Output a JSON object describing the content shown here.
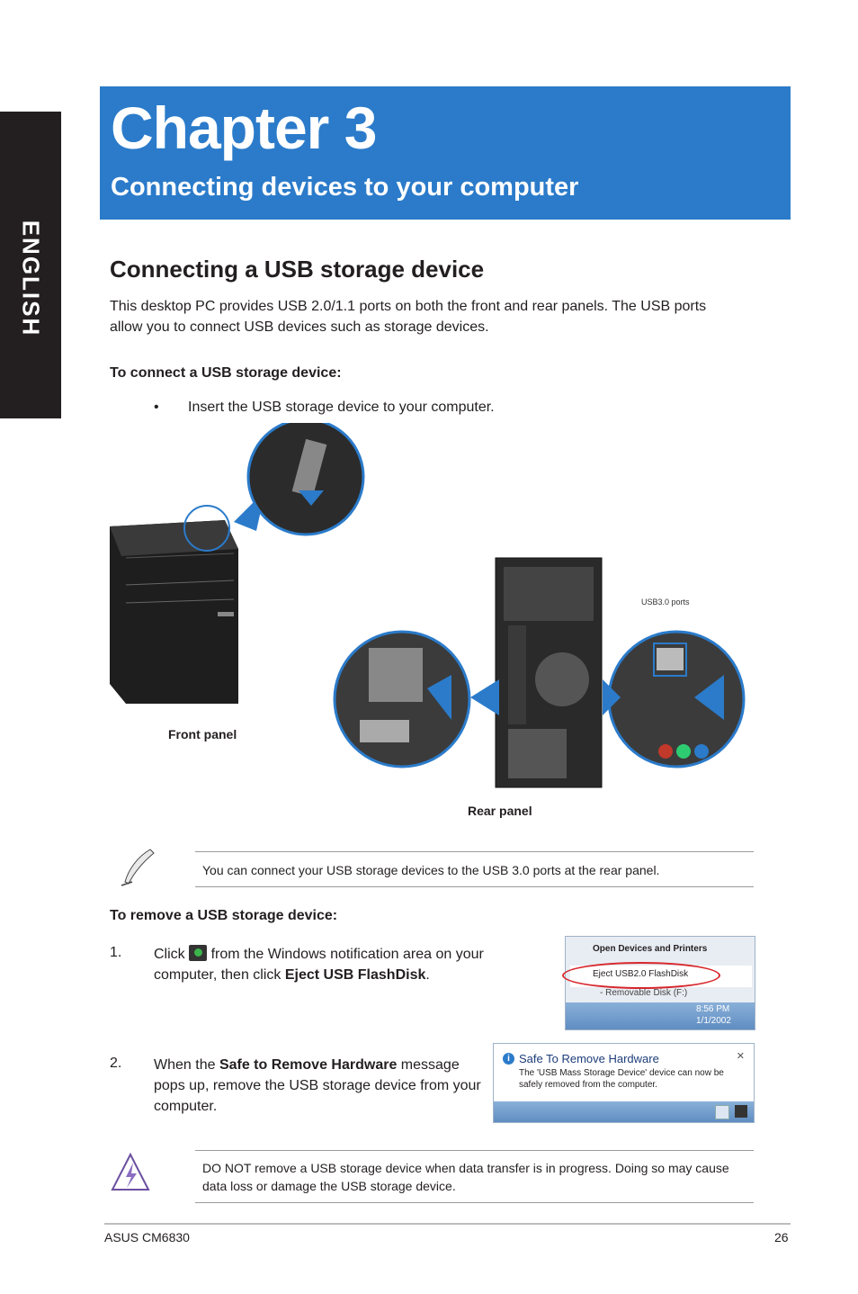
{
  "sidebar": {
    "language": "ENGLISH"
  },
  "header": {
    "chapter": "Chapter 3",
    "subtitle": "Connecting devices to your computer"
  },
  "section": {
    "title": "Connecting a USB storage device",
    "intro": "This desktop PC provides USB 2.0/1.1 ports on both the front and rear panels. The USB ports allow you to connect USB devices such as storage devices.",
    "connect_heading": "To connect a USB storage device:",
    "connect_bullet": "•",
    "connect_step": "Insert the USB storage device to your computer.",
    "figure": {
      "front_label": "Front panel",
      "rear_label": "Rear panel",
      "usb3_label": "USB3.0 ports"
    },
    "note": "You can connect your USB storage devices to the USB 3.0 ports at the rear panel.",
    "remove_heading": "To remove a USB storage device:",
    "step1": {
      "num": "1.",
      "before": "Click",
      "middle": "from the Windows notification area on your computer, then click",
      "bold": "Eject USB FlashDisk",
      "after": "."
    },
    "step2": {
      "num": "2.",
      "before": "When the",
      "bold": "Safe to Remove Hardware",
      "after": "message pops up, remove the USB storage device from your computer."
    },
    "menu_popup": {
      "item1": "Open Devices and Printers",
      "item2": "Eject USB2.0 FlashDisk",
      "item3": "- Removable Disk (F:)",
      "time": "8:56 PM",
      "date": "1/1/2002"
    },
    "balloon": {
      "title": "Safe To Remove Hardware",
      "message": "The 'USB Mass Storage Device' device can now be safely removed from the computer."
    },
    "warning": "DO NOT remove a USB storage device when data transfer is in progress. Doing so may cause data loss or damage the USB storage device."
  },
  "footer": {
    "model": "ASUS CM6830",
    "page": "26"
  }
}
